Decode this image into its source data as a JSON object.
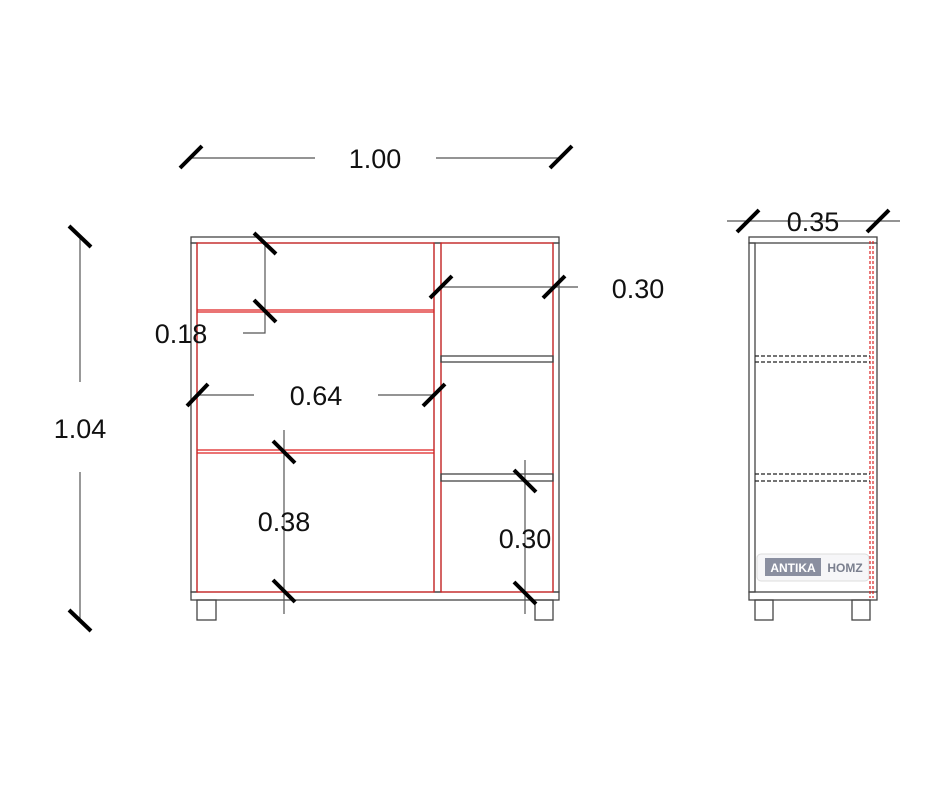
{
  "dimensions": {
    "total_width": "1.00",
    "total_height": "1.04",
    "depth": "0.35",
    "top_shelf_height": "0.18",
    "left_compartment_width": "0.64",
    "left_lower_height": "0.38",
    "right_compartment_width": "0.30",
    "right_lower_height": "0.30"
  },
  "logo": {
    "part1": "ANTIKA",
    "part2": "HOMZ"
  },
  "colors": {
    "panel_edge": "#dd2222",
    "logo_bg": "#8a8fa0"
  }
}
